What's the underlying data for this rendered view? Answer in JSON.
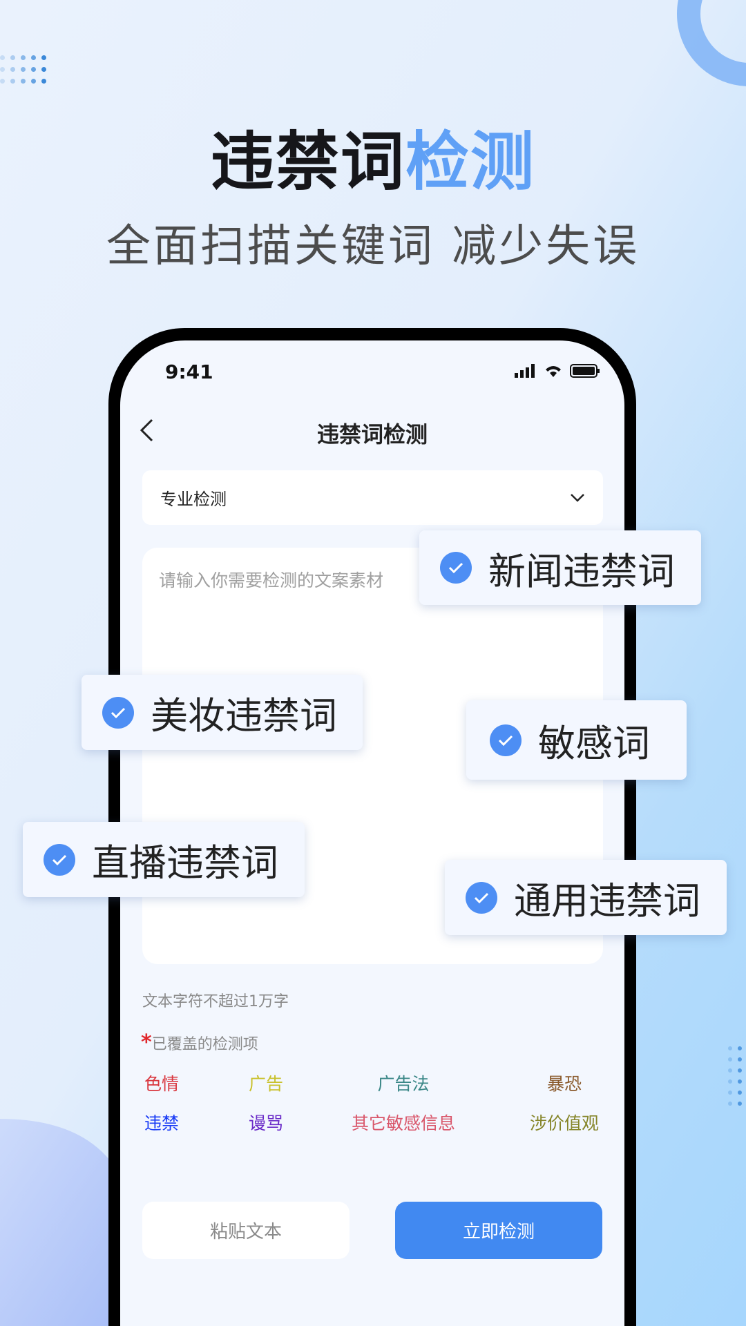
{
  "hero": {
    "title_dark": "违禁词",
    "title_accent": "检测",
    "subtitle": "全面扫描关键词 减少失误"
  },
  "status_bar": {
    "time": "9:41"
  },
  "nav": {
    "title": "违禁词检测"
  },
  "mode_select": {
    "value": "专业检测"
  },
  "text_input": {
    "placeholder": "请输入你需要检测的文案素材"
  },
  "hint": "文本字符不超过1万字",
  "covered": {
    "star": "*",
    "label": "已覆盖的检测项",
    "items": [
      {
        "label": "色情",
        "color": "#d9363e"
      },
      {
        "label": "广告",
        "color": "#c9c12c"
      },
      {
        "label": "广告法",
        "color": "#3a8787"
      },
      {
        "label": "暴恐",
        "color": "#8a5a2c"
      },
      {
        "label": "违禁",
        "color": "#1a3cf5"
      },
      {
        "label": "谩骂",
        "color": "#6a2ac8"
      },
      {
        "label": "其它敏感信息",
        "color": "#d9566a"
      },
      {
        "label": "涉价值观",
        "color": "#86862a"
      }
    ]
  },
  "buttons": {
    "paste": "粘贴文本",
    "check": "立即检测"
  },
  "tags": [
    "新闻违禁词",
    "美妆违禁词",
    "敏感词",
    "直播违禁词",
    "通用违禁词"
  ],
  "colors": {
    "accent": "#4189f1",
    "title_accent": "#5fa0f6"
  }
}
